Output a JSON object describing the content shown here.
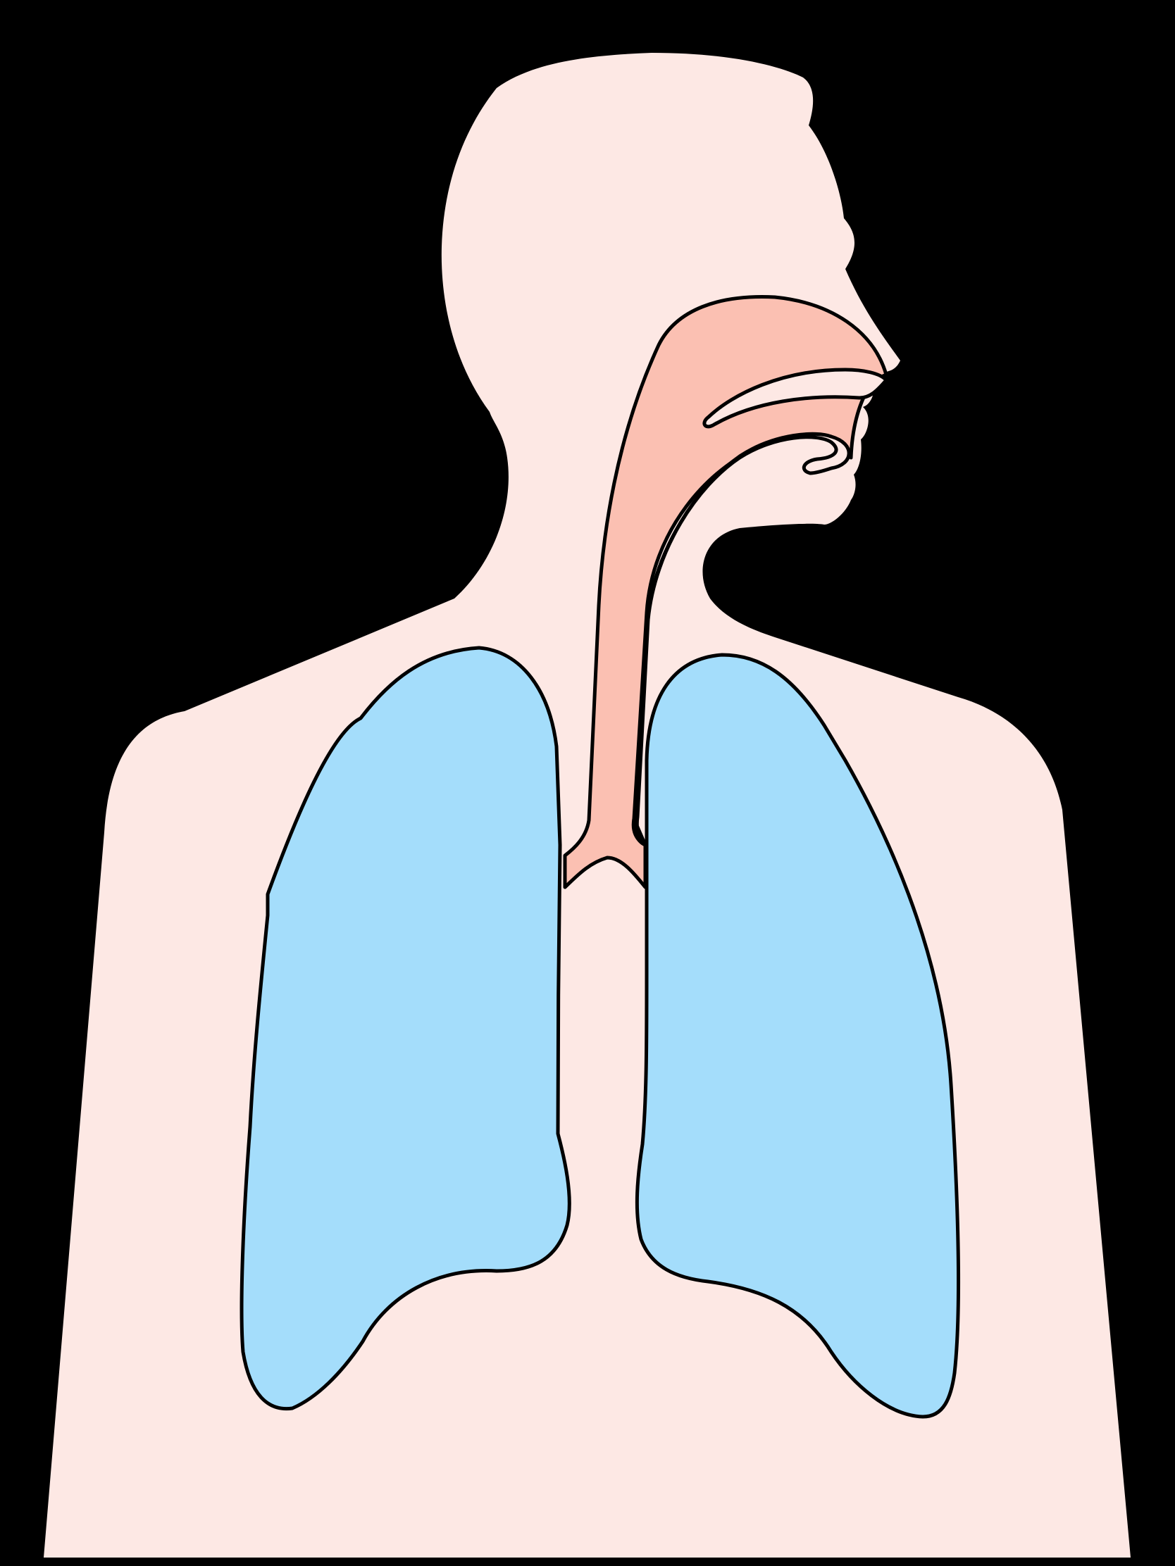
{
  "diagram": {
    "colors": {
      "background": "#000000",
      "body": "#FDE8E4",
      "airway": "#FBC0B2",
      "lung": "#A4DDFB",
      "outline": "#000000"
    },
    "parts": [
      {
        "name": "body-silhouette"
      },
      {
        "name": "nasal-cavity"
      },
      {
        "name": "oral-cavity"
      },
      {
        "name": "trachea"
      },
      {
        "name": "right-lung"
      },
      {
        "name": "left-lung"
      }
    ]
  }
}
